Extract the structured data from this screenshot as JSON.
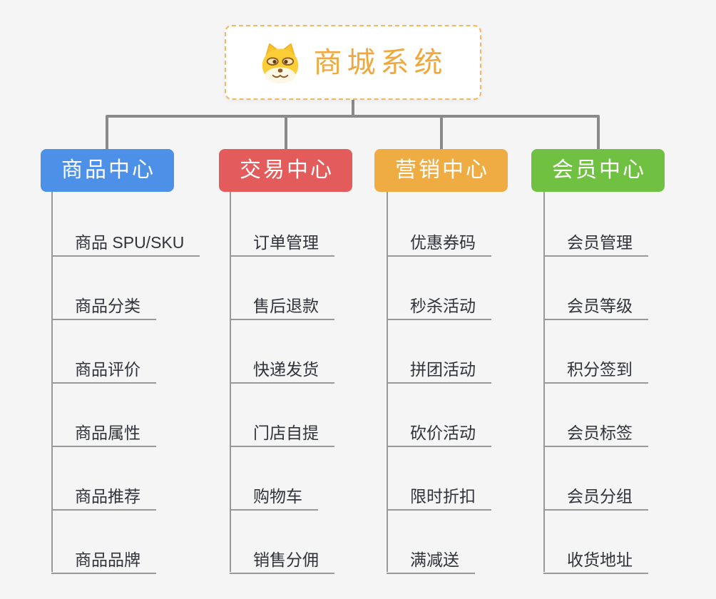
{
  "canvas": {
    "background": "#f5f5f6",
    "connector_color": "#8a8a8a",
    "leaf_line_color": "#999999"
  },
  "root": {
    "label": "商城系统",
    "icon": "dog-face-icon",
    "text_color": "#f0a73c",
    "border_color": "#f2b763"
  },
  "branches": [
    {
      "label": "商品中心",
      "color": "#4d90e8",
      "children": [
        "商品 SPU/SKU",
        "商品分类",
        "商品评价",
        "商品属性",
        "商品推荐",
        "商品品牌"
      ]
    },
    {
      "label": "交易中心",
      "color": "#e45b5b",
      "children": [
        "订单管理",
        "售后退款",
        "快递发货",
        "门店自提",
        "购物车",
        "销售分佣"
      ]
    },
    {
      "label": "营销中心",
      "color": "#efac42",
      "children": [
        "优惠券码",
        "秒杀活动",
        "拼团活动",
        "砍价活动",
        "限时折扣",
        "满减送"
      ]
    },
    {
      "label": "会员中心",
      "color": "#70c142",
      "children": [
        "会员管理",
        "会员等级",
        "积分签到",
        "会员标签",
        "会员分组",
        "收货地址"
      ]
    }
  ]
}
